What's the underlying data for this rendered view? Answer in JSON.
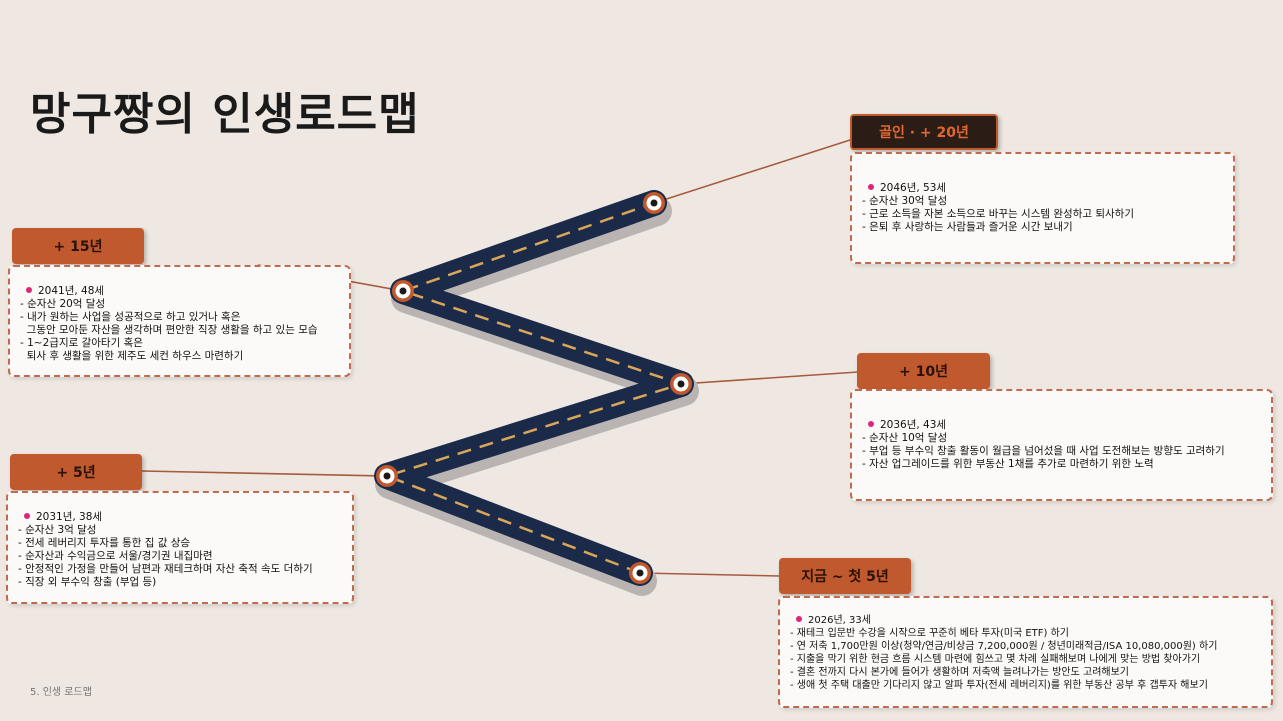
{
  "title": "망구짱의 인생로드맵",
  "footer": "5. 인생 로드맵",
  "milestones": [
    {
      "tag": "골인 · + 20년",
      "date": "2046년, 53세",
      "lines": [
        "- 순자산 30억 달성",
        "- 근로 소득을 자본 소득으로 바꾸는 시스템 완성하고 퇴사하기",
        "- 은퇴 후 사랑하는 사람들과 즐거운 시간 보내기"
      ]
    },
    {
      "tag": "+ 15년",
      "date": "2041년, 48세",
      "lines": [
        "- 순자산 20억 달성",
        "- 내가 원하는 사업을 성공적으로 하고 있거나 혹은",
        "  그동안 모아둔 자산을 생각하며 편안한 직장 생활을 하고 있는 모습",
        "- 1~2급지로 갈아타기 혹은",
        "  퇴사 후 생활을 위한 제주도 세컨 하우스 마련하기"
      ]
    },
    {
      "tag": "+ 10년",
      "date": "2036년, 43세",
      "lines": [
        "- 순자산 10억 달성",
        "- 부업 등 부수익 창출 활동이 월급을 넘어섰을 때 사업 도전해보는 방향도 고려하기",
        "- 자산 업그레이드를 위한 부동산 1채를 추가로 마련하기 위한 노력"
      ]
    },
    {
      "tag": "+ 5년",
      "date": "2031년, 38세",
      "lines": [
        "- 순자산 3억 달성",
        "- 전세 레버리지 투자를 통한 집 값 상승",
        "- 순자산과 수익금으로 서울/경기권 내집마련",
        "- 안정적인 가정을 만들어 남편과 재테크하며 자산 축적 속도 더하기",
        "- 직장 외 부수익 창출 (부업 등)"
      ]
    },
    {
      "tag": "지금 ~ 첫 5년",
      "date": "2026년, 33세",
      "lines": [
        "- 재테크 입문반 수강을 시작으로 꾸준히 베타 투자(미국 ETF) 하기",
        "- 연 저축 1,700만원 이상(청약/연금/비상금 7,200,000원 / 청년미래적금/ISA 10,080,000원) 하기",
        "- 지출을 막기 위한 현금 흐름 시스템 마련에 힘쓰고 몇 차례 실패해보며 나에게 맞는 방법 찾아가기",
        "- 결혼 전까지 다시 본가에 들어가 생활하며 저축액 늘려나가는 방안도 고려해보기",
        "- 생애 첫 주택 대출만 기다리지 않고 알파 투자(전세 레버리지)를 위한 부동산 공부 후 갭투자 해보기"
      ]
    }
  ],
  "colors": {
    "background": "#efe8e2",
    "accent": "#c0592d",
    "road": "#1b2a48",
    "road_dash": "#d9a65a",
    "pin": "#e0247a"
  }
}
